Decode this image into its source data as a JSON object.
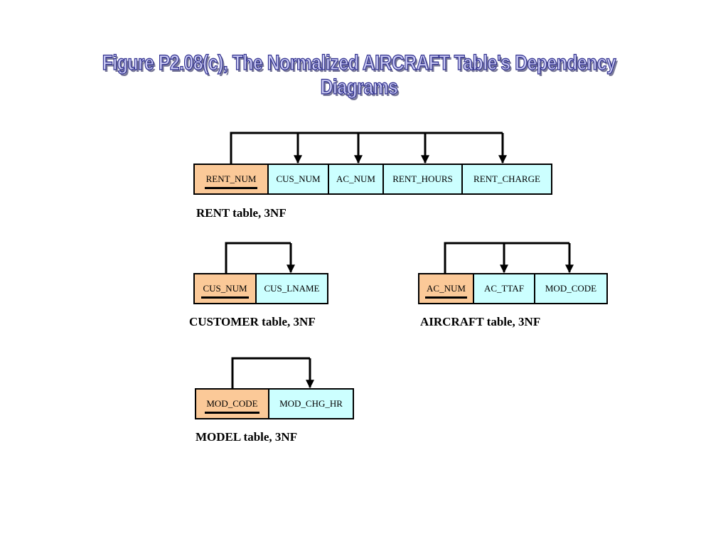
{
  "figure": {
    "title": "Figure P2.08(c), The Normalized AIRCRAFT Table's Dependency Diagrams"
  },
  "tables": {
    "rent": {
      "caption": "RENT table, 3NF",
      "pk": "RENT_NUM",
      "attributes": [
        "CUS_NUM",
        "AC_NUM",
        "RENT_HOURS",
        "RENT_CHARGE"
      ]
    },
    "customer": {
      "caption": "CUSTOMER table, 3NF",
      "pk": "CUS_NUM",
      "attributes": [
        "CUS_LNAME"
      ]
    },
    "aircraft": {
      "caption": "AIRCRAFT table, 3NF",
      "pk": "AC_NUM",
      "attributes": [
        "AC_TTAF",
        "MOD_CODE"
      ]
    },
    "model": {
      "caption": "MODEL table, 3NF",
      "pk": "MOD_CODE",
      "attributes": [
        "MOD_CHG_HR"
      ]
    }
  },
  "colors": {
    "primary_key_fill": "#fbc998",
    "attribute_fill": "#ccffff",
    "title_fill": "#c9c9f2",
    "title_outline": "#2c2c8c"
  }
}
